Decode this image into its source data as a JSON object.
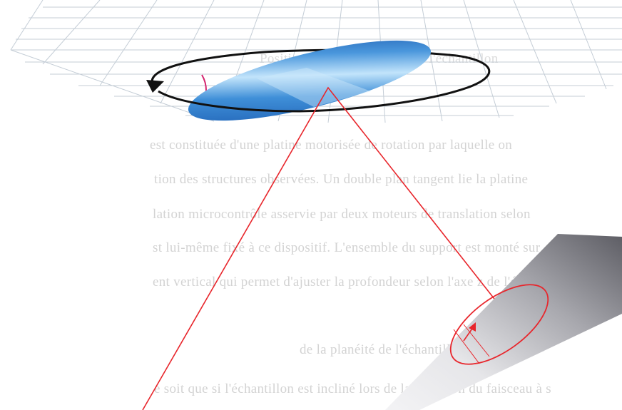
{
  "background_text": {
    "grid_caption": "Positionnement de la table de l'échantillon",
    "lines": [
      "est constituée d'une platine motorisée de rotation par laquelle on",
      "tion des structures observées. Un double plan tangent lie la platine",
      "lation microcontrôle asservie par deux moteurs de translation selon",
      "st lui-même fixé à ce dispositif. L'ensemble du support est monté sur",
      "ent vertical qui permet d'ajuster la profondeur selon l'axe z de l'éc"
    ],
    "heading": "de la planéité de l'échantillon.",
    "last_line": "e soit que si l'échantillon est incliné lors de la réflexion du faisceau à s"
  },
  "colors": {
    "grid": "#c4cdd6",
    "disc_dark": "#1f63b8",
    "disc_light": "#9fd3f7",
    "arrow": "#111111",
    "laser": "#e8262c",
    "small_curve": "#d4246e",
    "plate_dark": "#5d5d64",
    "plate_light": "#efeff1"
  }
}
